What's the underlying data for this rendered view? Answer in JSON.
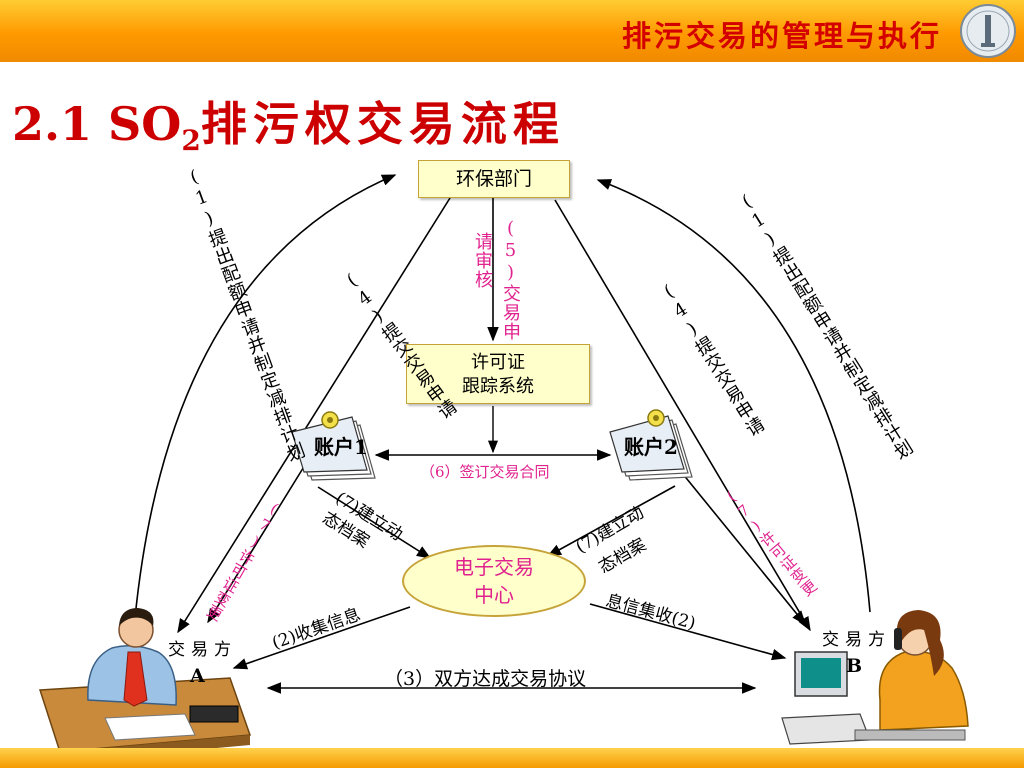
{
  "header": {
    "title": "排污交易的管理与执行"
  },
  "page": {
    "title_main": "2.1 SO",
    "title_sub": "2",
    "title_rest": "排污权交易流程"
  },
  "nodes": {
    "epa": "环保部门",
    "permit_line1": "许可证",
    "permit_line2": "跟踪系统",
    "center_line1": "电子交易",
    "center_line2": "中心",
    "account1": "账户1",
    "account2": "账户2",
    "party_a_label": "交易方",
    "party_a_letter": "A",
    "party_b_label": "交易方",
    "party_b_letter": "B"
  },
  "labels": {
    "step1_left": "(1)提出配额申请并制定减排计划",
    "step1_right": "(1)提出配额申请并制定减排计划",
    "step4_left": "(4)提交交易申请",
    "step4_right": "(4)提交交易申请",
    "step5_col1": "(5)交易申",
    "step5_col2": "请审核",
    "step6": "（6）签订交易合同",
    "step7_left_1": "(7)建立动",
    "step7_left_2": "态档案",
    "step7_right_1": "(7)建立动",
    "step7_right_2": "态档案",
    "step7_permit_left": "(7)许可证变更",
    "step7_permit_right": "(7)许可证变更",
    "step2_left": "(2)收集信息",
    "step2_right": "息信集收(2)",
    "step3": "（3）双方达成交易协议"
  },
  "colors": {
    "title_red": "#cc0000",
    "accent_pink": "#e0228e",
    "box_fill": "#ffffcc",
    "header_orange": "#ff9900"
  }
}
